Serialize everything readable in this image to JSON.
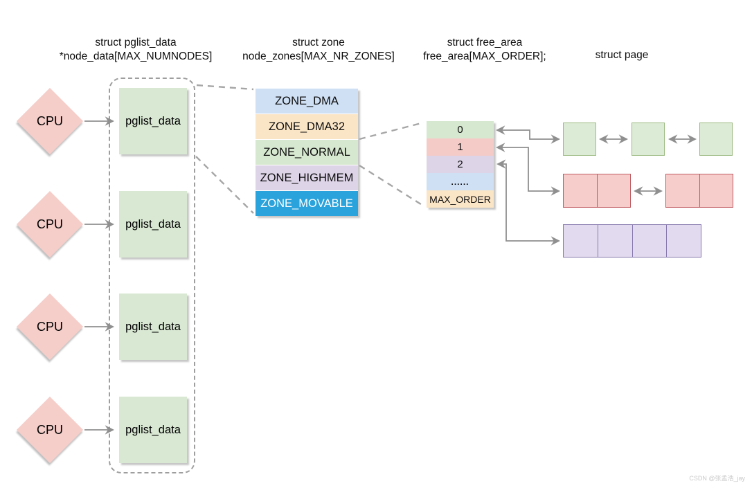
{
  "page": {
    "background": "#ffffff",
    "watermark": "CSDN @张孟浩_jay"
  },
  "headers": [
    {
      "line1": "struct pglist_data",
      "line2": "*node_data[MAX_NUMNODES]"
    },
    {
      "line1": "struct zone",
      "line2": "node_zones[MAX_NR_ZONES]"
    },
    {
      "line1": "struct free_area",
      "line2": "free_area[MAX_ORDER];"
    },
    {
      "line1": "struct page",
      "line2": ""
    }
  ],
  "cpu": {
    "label": "CPU",
    "count": 4,
    "fill": "#f5cdc9"
  },
  "pglist": {
    "label": "pglist_data",
    "count": 4,
    "fill": "#d9e8d3"
  },
  "zones": {
    "rows": [
      {
        "label": "ZONE_DMA",
        "color": "#cfe0f4"
      },
      {
        "label": "ZONE_DMA32",
        "color": "#fbe5c7"
      },
      {
        "label": "ZONE_NORMAL",
        "color": "#d7e8d0"
      },
      {
        "label": "ZONE_HIGHMEM",
        "color": "#ddd4e8"
      },
      {
        "label": "ZONE_MOVABLE",
        "color": "#2aa2db",
        "text_color": "#ffffff"
      }
    ]
  },
  "free_area": {
    "rows": [
      {
        "label": "0",
        "color": "#d7e8d0"
      },
      {
        "label": "1",
        "color": "#f5cbc7"
      },
      {
        "label": "2",
        "color": "#ddd4e8"
      },
      {
        "label": "......",
        "color": "#cfe0f4"
      },
      {
        "label": "MAX_ORDER",
        "color": "#fbe5c7"
      }
    ]
  },
  "pages": {
    "order0": {
      "blocks": 3,
      "cells_per_block": 1,
      "fill": "#dcebd5",
      "border": "#9cba82"
    },
    "order1": {
      "blocks": 2,
      "cells_per_block": 2,
      "fill": "#f6cdcb",
      "border": "#bf5a60"
    },
    "order2": {
      "blocks": 1,
      "cells_per_block": 4,
      "fill": "#e2daee",
      "border": "#8678ad"
    }
  },
  "connectors": {
    "solid_color": "#8f8f8f",
    "dashed_color": "#a6a6a6"
  }
}
